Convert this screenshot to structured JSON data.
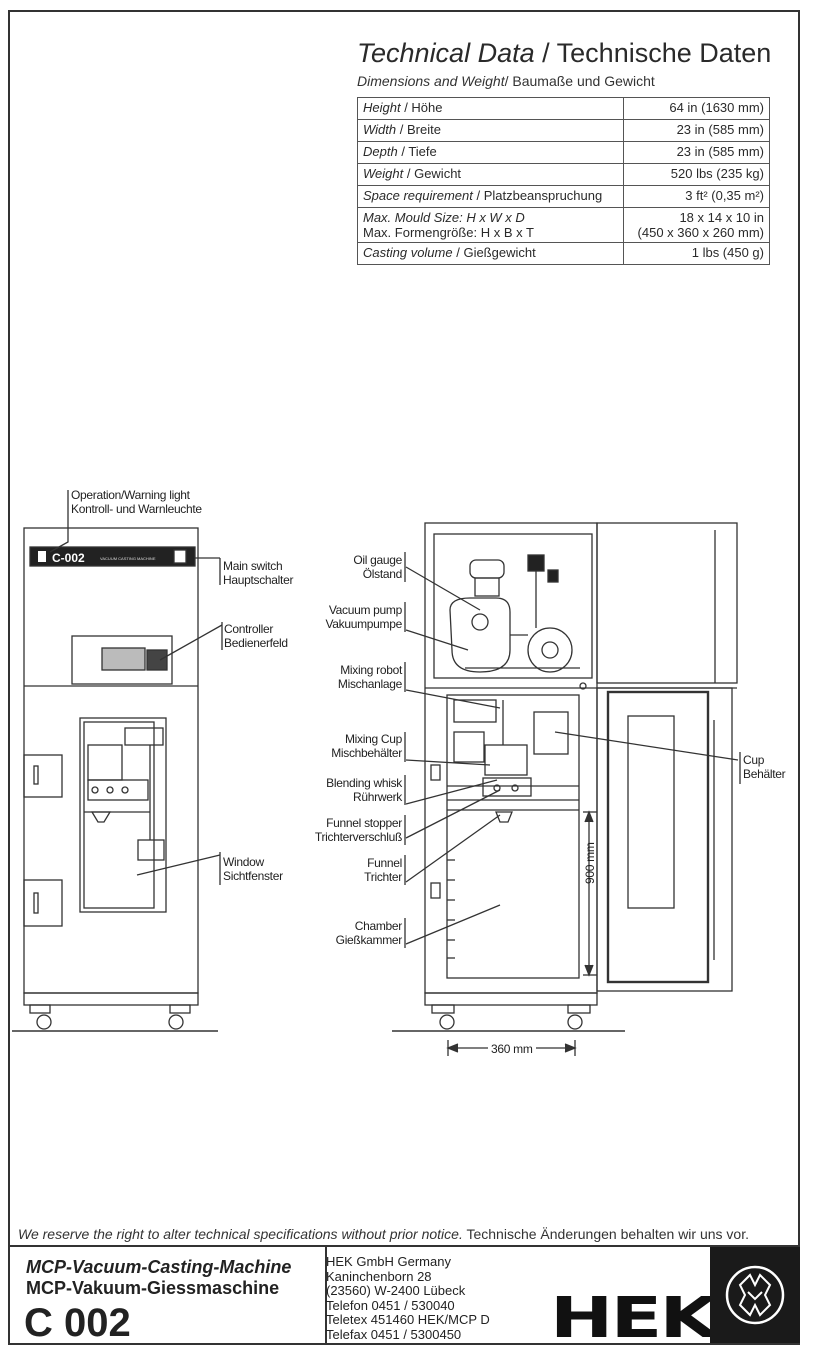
{
  "header": {
    "title_en": "Technical Data",
    "title_de": "Technische Daten",
    "sep": "/",
    "subtitle_en": "Dimensions and Weight",
    "subtitle_de": "Baumaße und Gewicht"
  },
  "specs": [
    {
      "en": "Height",
      "de": "Höhe",
      "value": "64 in  (1630 mm)"
    },
    {
      "en": "Width",
      "de": "Breite",
      "value": "23 in  (585 mm)"
    },
    {
      "en": "Depth",
      "de": "Tiefe",
      "value": "23 in  (585 mm)"
    },
    {
      "en": "Weight",
      "de": "Gewicht",
      "value": "520 lbs  (235 kg)"
    },
    {
      "en": "Space requirement",
      "de": "Platzbeanspruchung",
      "value": "3 ft²  (0,35 m²)"
    },
    {
      "en": "Max. Mould Size: H x W x D",
      "de": "Max. Formengröße: H x B x T",
      "value": "18 x 14 x 10 in",
      "value2": "(450 x 360 x 260 mm)"
    },
    {
      "en": "Casting volume",
      "de": "Gießgewicht",
      "value": "1 lbs  (450 g)"
    }
  ],
  "front_labels": {
    "operation_light": [
      "Operation/Warning light",
      "Kontroll- und Warnleuchte"
    ],
    "main_switch": [
      "Main switch",
      "Hauptschalter"
    ],
    "controller": [
      "Controller",
      "Bedienerfeld"
    ],
    "window": [
      "Window",
      "Sichtfenster"
    ],
    "panel_text": "C-002",
    "panel_sub": "VACUUM CASTING MACHINE"
  },
  "side_labels": {
    "oil_gauge": [
      "Oil gauge",
      "Ölstand"
    ],
    "vacuum_pump": [
      "Vacuum pump",
      "Vakuumpumpe"
    ],
    "mixing_robot": [
      "Mixing robot",
      "Mischanlage"
    ],
    "mixing_cup": [
      "Mixing Cup",
      "Mischbehälter"
    ],
    "blending_whisk": [
      "Blending whisk",
      "Rührwerk"
    ],
    "funnel_stopper": [
      "Funnel stopper",
      "Trichterverschluß"
    ],
    "funnel": [
      "Funnel",
      "Trichter"
    ],
    "chamber": [
      "Chamber",
      "Gießkammer"
    ],
    "cup": [
      "Cup",
      "Behälter"
    ],
    "dim_height": "900 mm",
    "dim_width": "360 mm"
  },
  "disclaimer_en": "We reserve the right to alter technical specifications without prior notice.",
  "disclaimer_de": "Technische Änderungen behalten wir uns vor.",
  "footer": {
    "name_en": "MCP-Vacuum-Casting-Machine",
    "name_de": "MCP-Vakuum-Giessmaschine",
    "model": "C 002",
    "address": [
      "HEK GmbH Germany",
      "Kaninchenborn 28",
      "(23560) W-2400 Lübeck",
      "Telefon 0451 / 530040",
      "Teletex 451460 HEK/MCP D",
      "Telefax 0451 / 5300450"
    ],
    "brand": "HEK"
  }
}
